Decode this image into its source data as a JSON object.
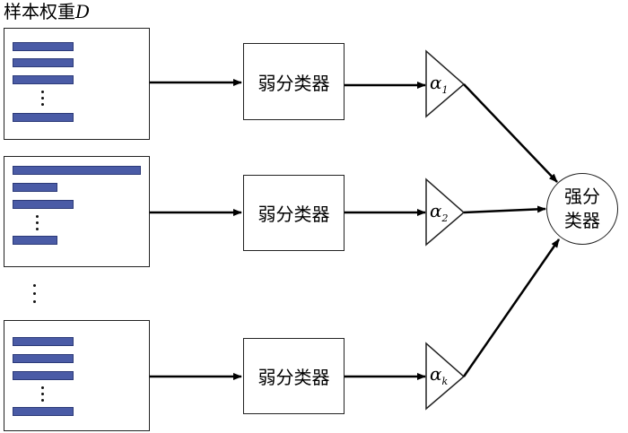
{
  "title": {
    "text": "样本权重",
    "variable": "D"
  },
  "weak_classifier_label": "弱分类器",
  "strong_classifier": {
    "line1": "强分",
    "line2": "类器"
  },
  "weights": [
    {
      "symbol": "α",
      "subscript": "1"
    },
    {
      "symbol": "α",
      "subscript": "2"
    },
    {
      "symbol": "α",
      "subscript": "k"
    }
  ],
  "colors": {
    "bar_fill": "#4a5ba6",
    "line": "#000000"
  }
}
